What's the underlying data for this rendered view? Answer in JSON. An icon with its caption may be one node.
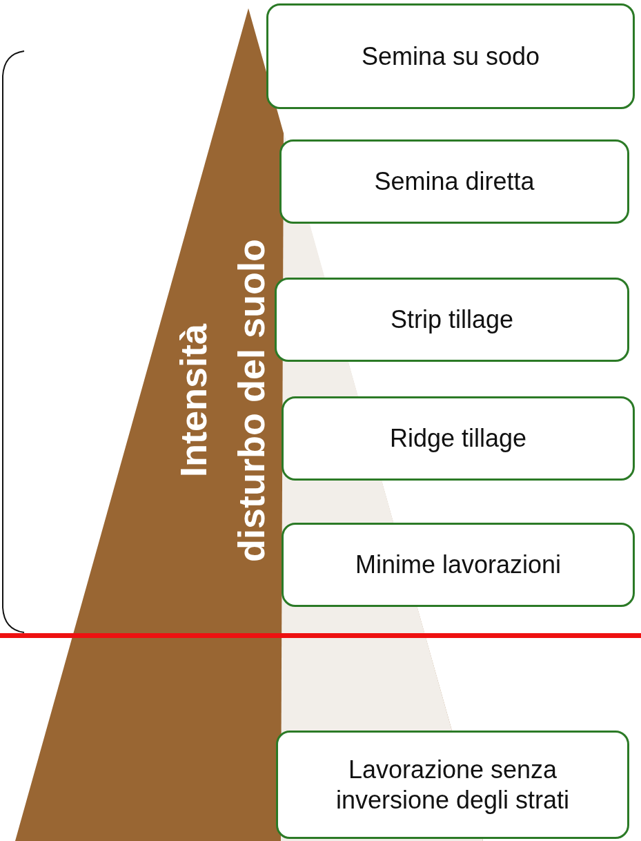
{
  "diagram": {
    "nodes": [
      {
        "text": [
          "Semina su sodo"
        ]
      },
      {
        "text": [
          "Semina diretta"
        ]
      },
      {
        "text": [
          "Strip tillage"
        ]
      },
      {
        "text": [
          "Ridge tillage"
        ]
      },
      {
        "text": [
          "Minime lavorazioni"
        ]
      },
      {
        "text": [
          "Lavorazione senza inversione degli strati"
        ]
      }
    ],
    "labels": [
      "Intensità",
      "disturbo del suolo"
    ]
  }
}
